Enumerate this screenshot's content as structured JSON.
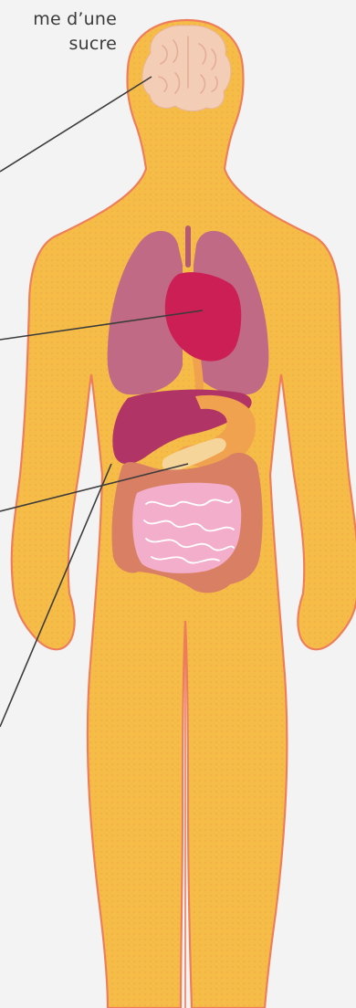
{
  "caption": {
    "line1": "me d’une",
    "line2": "sucre"
  },
  "colors": {
    "background": "#f3f3f4",
    "body_fill": "#f5bd48",
    "body_outline": "#ee7d5c",
    "brain": "#f3cdb6",
    "lungs": "#c06a86",
    "heart": "#cc1f55",
    "liver": "#b03465",
    "stomach": "#f0a24f",
    "pancreas": "#f6d59a",
    "large_intestine": "#d98064",
    "small_intestine": "#f3aecb",
    "pointer_line": "#3c3c3c"
  },
  "organs": [
    "brain",
    "lungs",
    "heart",
    "liver",
    "stomach",
    "pancreas",
    "large-intestine",
    "small-intestine"
  ],
  "pointers": [
    "brain",
    "heart",
    "pancreas",
    "liver"
  ]
}
